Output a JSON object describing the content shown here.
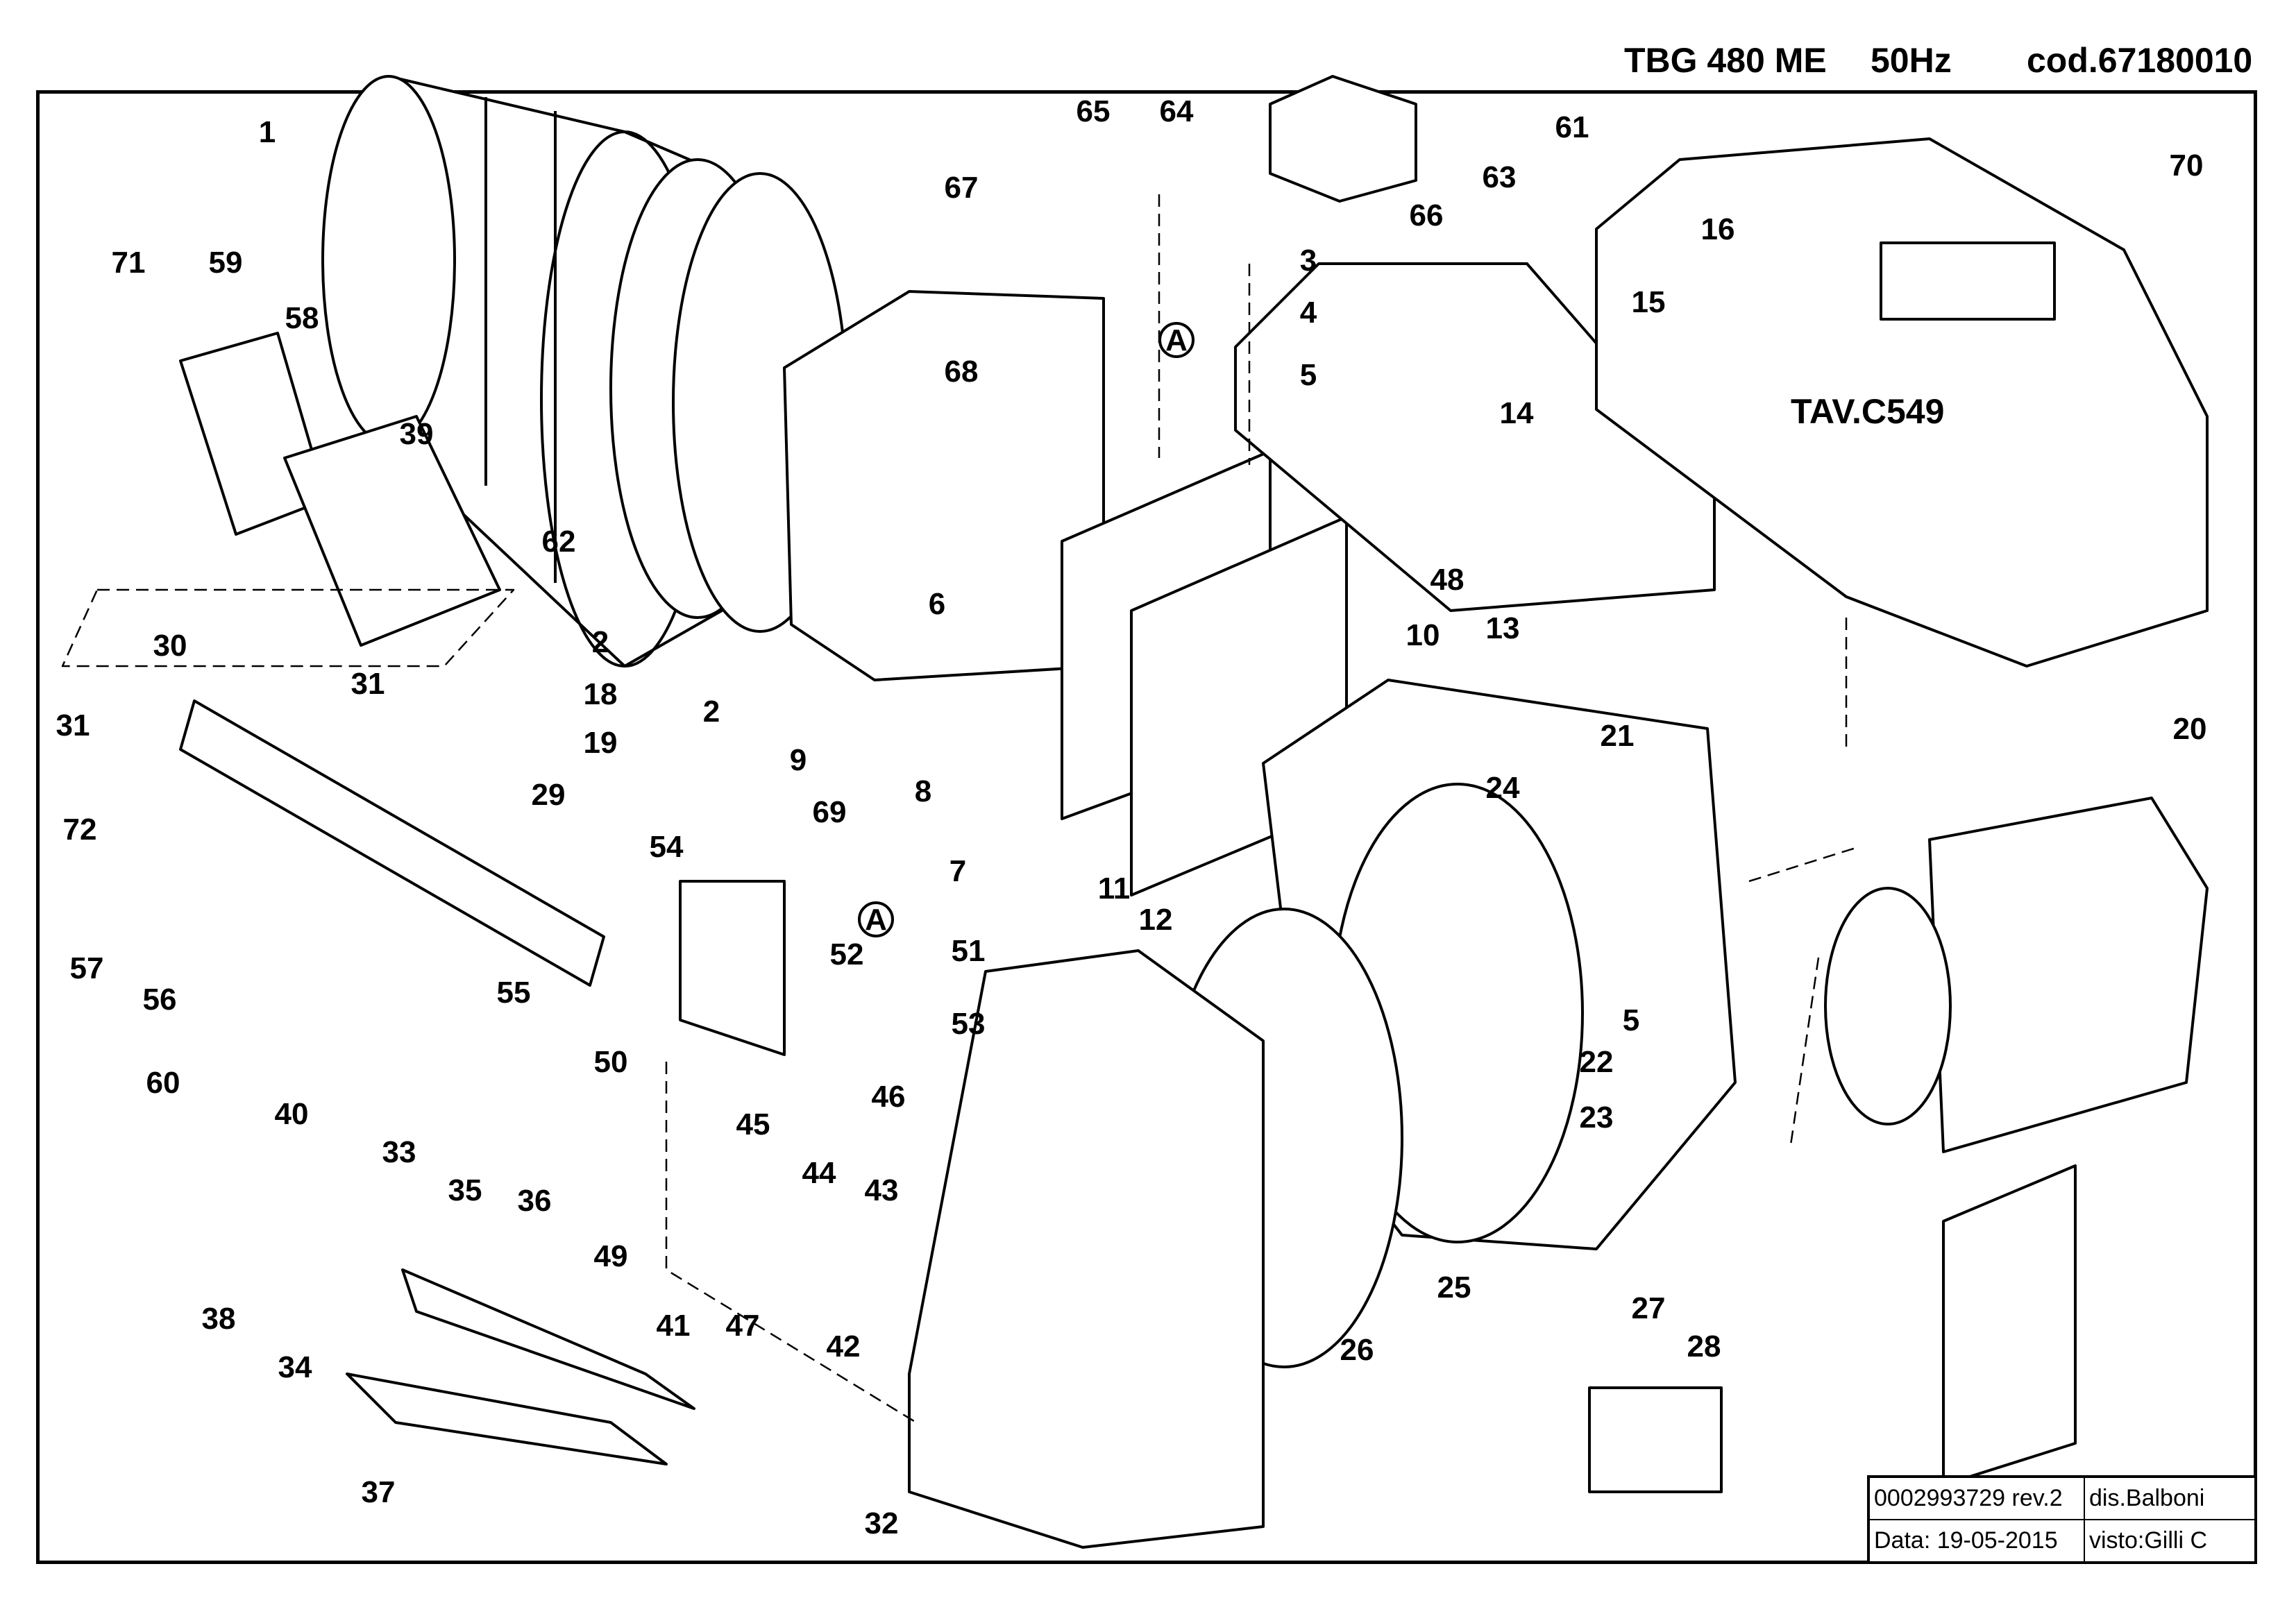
{
  "header": {
    "model": "TBG 480 ME",
    "frequency": "50Hz",
    "code": "cod.67180010"
  },
  "table_ref": "TAV.C549",
  "marker": "A",
  "titleblock": {
    "doc_number": "0002993729 rev.2",
    "drawn_by": "dis.Balboni",
    "date": "Data: 19-05-2015",
    "checked_by": "visto:Gilli C"
  },
  "callouts": [
    {
      "id": "1",
      "label": "1"
    },
    {
      "id": "2a",
      "label": "2"
    },
    {
      "id": "2b",
      "label": "2"
    },
    {
      "id": "3",
      "label": "3"
    },
    {
      "id": "4",
      "label": "4"
    },
    {
      "id": "5a",
      "label": "5"
    },
    {
      "id": "5b",
      "label": "5"
    },
    {
      "id": "6",
      "label": "6"
    },
    {
      "id": "7",
      "label": "7"
    },
    {
      "id": "8",
      "label": "8"
    },
    {
      "id": "9",
      "label": "9"
    },
    {
      "id": "10",
      "label": "10"
    },
    {
      "id": "11",
      "label": "11"
    },
    {
      "id": "12",
      "label": "12"
    },
    {
      "id": "13",
      "label": "13"
    },
    {
      "id": "14",
      "label": "14"
    },
    {
      "id": "15",
      "label": "15"
    },
    {
      "id": "16",
      "label": "16"
    },
    {
      "id": "18",
      "label": "18"
    },
    {
      "id": "19",
      "label": "19"
    },
    {
      "id": "20",
      "label": "20"
    },
    {
      "id": "21",
      "label": "21"
    },
    {
      "id": "22",
      "label": "22"
    },
    {
      "id": "23",
      "label": "23"
    },
    {
      "id": "24",
      "label": "24"
    },
    {
      "id": "25",
      "label": "25"
    },
    {
      "id": "26",
      "label": "26"
    },
    {
      "id": "27",
      "label": "27"
    },
    {
      "id": "28",
      "label": "28"
    },
    {
      "id": "29",
      "label": "29"
    },
    {
      "id": "30",
      "label": "30"
    },
    {
      "id": "31a",
      "label": "31"
    },
    {
      "id": "31b",
      "label": "31"
    },
    {
      "id": "32",
      "label": "32"
    },
    {
      "id": "33",
      "label": "33"
    },
    {
      "id": "34",
      "label": "34"
    },
    {
      "id": "35",
      "label": "35"
    },
    {
      "id": "36",
      "label": "36"
    },
    {
      "id": "37",
      "label": "37"
    },
    {
      "id": "38",
      "label": "38"
    },
    {
      "id": "39",
      "label": "39"
    },
    {
      "id": "40",
      "label": "40"
    },
    {
      "id": "41",
      "label": "41"
    },
    {
      "id": "42",
      "label": "42"
    },
    {
      "id": "43",
      "label": "43"
    },
    {
      "id": "44",
      "label": "44"
    },
    {
      "id": "45",
      "label": "45"
    },
    {
      "id": "46",
      "label": "46"
    },
    {
      "id": "47",
      "label": "47"
    },
    {
      "id": "48",
      "label": "48"
    },
    {
      "id": "49",
      "label": "49"
    },
    {
      "id": "50",
      "label": "50"
    },
    {
      "id": "51",
      "label": "51"
    },
    {
      "id": "52",
      "label": "52"
    },
    {
      "id": "53",
      "label": "53"
    },
    {
      "id": "54",
      "label": "54"
    },
    {
      "id": "55",
      "label": "55"
    },
    {
      "id": "56",
      "label": "56"
    },
    {
      "id": "57",
      "label": "57"
    },
    {
      "id": "58",
      "label": "58"
    },
    {
      "id": "59",
      "label": "59"
    },
    {
      "id": "60",
      "label": "60"
    },
    {
      "id": "61",
      "label": "61"
    },
    {
      "id": "62",
      "label": "62"
    },
    {
      "id": "63",
      "label": "63"
    },
    {
      "id": "64",
      "label": "64"
    },
    {
      "id": "65",
      "label": "65"
    },
    {
      "id": "66",
      "label": "66"
    },
    {
      "id": "67",
      "label": "67"
    },
    {
      "id": "68",
      "label": "68"
    },
    {
      "id": "69",
      "label": "69"
    },
    {
      "id": "70",
      "label": "70"
    },
    {
      "id": "71",
      "label": "71"
    },
    {
      "id": "72",
      "label": "72"
    }
  ]
}
